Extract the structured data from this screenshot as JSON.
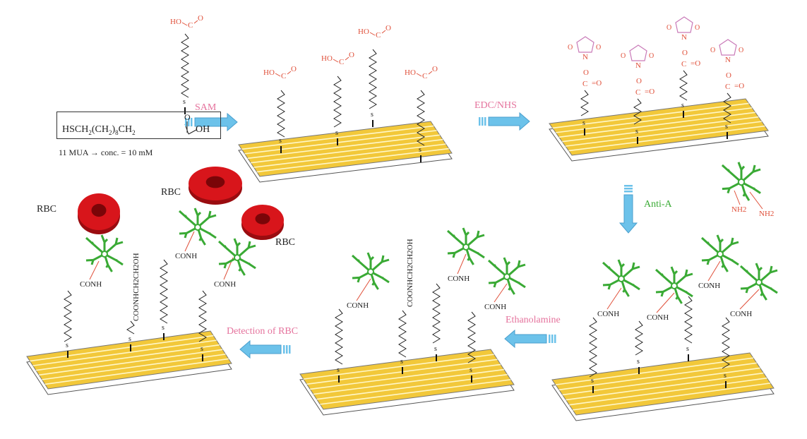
{
  "formula_box": {
    "formula": "HSCH2(CH2)8CH2",
    "carbonyl_o": "O",
    "oh": "OH",
    "caption": "11 MUA → conc. = 10 mM"
  },
  "steps": {
    "sam": "SAM",
    "edc_nhs": "EDC/NHS",
    "anti_a": "Anti-A",
    "ethanolamine": "Ethanolamine",
    "detection": "Detection of RBC"
  },
  "chem": {
    "ho": "HO",
    "c": "C",
    "o": "O",
    "s": "s",
    "n": "N",
    "conh": "CONH",
    "nh2": "NH2",
    "ethanolamine_group": "COONHCH2CH2OH",
    "rbc": "RBC"
  },
  "colors": {
    "arrow": "#6cc2ea",
    "gold": "#f2c83a",
    "antibody": "#3aaa35",
    "acid": "#e0503a",
    "nhs": "#c97ab8",
    "rbc": "#d8151b",
    "label": "#e5739d"
  }
}
